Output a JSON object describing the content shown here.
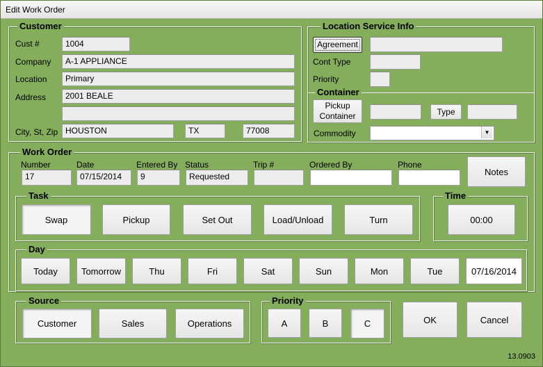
{
  "window": {
    "title": "Edit Work Order",
    "version": "13.0903"
  },
  "customer": {
    "legend": "Customer",
    "cust_no_label": "Cust #",
    "cust_no": "1004",
    "company_label": "Company",
    "company": "A-1 APPLIANCE",
    "location_label": "Location",
    "location": "Primary",
    "address_label": "Address",
    "address1": "2001 BEALE",
    "address2": "",
    "csz_label": "City, St, Zip",
    "city": "HOUSTON",
    "state": "TX",
    "zip": "77008"
  },
  "location_service": {
    "legend": "Location Service Info",
    "agreement_label": "Agreement",
    "agreement_value": "",
    "cont_type_label": "Cont Type",
    "cont_type": "",
    "priority_label": "Priority",
    "priority": ""
  },
  "container": {
    "legend": "Container",
    "pickup_label": "Pickup Container",
    "pickup_value": "",
    "type_label": "Type",
    "type_value": "",
    "commodity_label": "Commodity",
    "commodity": ""
  },
  "work_order": {
    "legend": "Work Order",
    "number_label": "Number",
    "number": "17",
    "date_label": "Date",
    "date": "07/15/2014",
    "entered_by_label": "Entered By",
    "entered_by": "9",
    "status_label": "Status",
    "status": "Requested",
    "trip_label": "Trip #",
    "trip": "",
    "ordered_by_label": "Ordered By",
    "ordered_by": "",
    "phone_label": "Phone",
    "phone": "",
    "notes_label": "Notes"
  },
  "task": {
    "legend": "Task",
    "options": [
      "Swap",
      "Pickup",
      "Set Out",
      "Load/Unload",
      "Turn"
    ],
    "selected": "Swap"
  },
  "time": {
    "legend": "Time",
    "value": "00:00"
  },
  "day": {
    "legend": "Day",
    "options": [
      "Today",
      "Tomorrow",
      "Thu",
      "Fri",
      "Sat",
      "Sun",
      "Mon",
      "Tue"
    ],
    "date": "07/16/2014"
  },
  "source": {
    "legend": "Source",
    "options": [
      "Customer",
      "Sales",
      "Operations"
    ],
    "selected": "Customer"
  },
  "priority": {
    "legend": "Priority",
    "options": [
      "A",
      "B",
      "C"
    ],
    "selected": "C"
  },
  "actions": {
    "ok_label": "OK",
    "cancel_label": "Cancel"
  }
}
